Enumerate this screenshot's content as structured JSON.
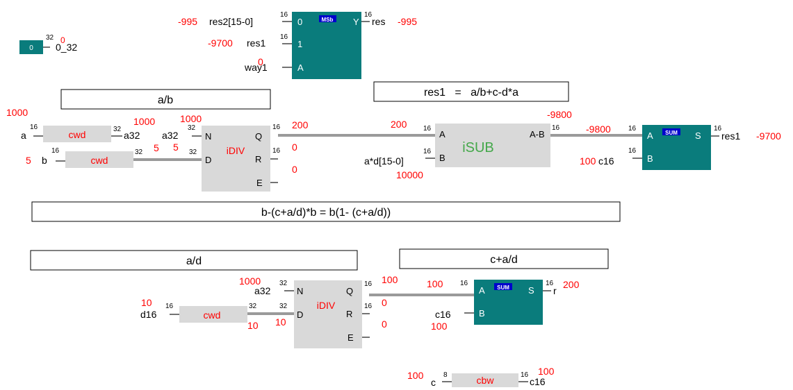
{
  "colors": {
    "block_teal": "#0a7c7c",
    "block_gray": "#d9d9d9",
    "value_red": "#ff0000",
    "wire": "#9a9a9a",
    "isub_text": "#44a84a",
    "badge_blue": "#0000cc"
  },
  "top": {
    "const0": {
      "label": "0",
      "width": "32",
      "out": "0_32",
      "value": "0"
    },
    "msb": {
      "badge": "MSb",
      "in0_label": "0",
      "in1_label": "1",
      "inA_label": "A",
      "out_label": "Y",
      "in0_sig": "res2[15-0]",
      "in0_val": "-995",
      "in0_w": "16",
      "in1_sig": "res1",
      "in1_val": "-9700",
      "in1_w": "16",
      "inA_sig": "way1",
      "inA_val": "0",
      "out_sig": "res",
      "out_val": "-995",
      "out_w": "16"
    }
  },
  "comments": {
    "c1": "a/b",
    "c2": "res1   =   a/b+c-d*a",
    "c3": "b-(c+a/d)*b = b(1- (c+a/d))",
    "c4": "a/d",
    "c5": "c+a/d"
  },
  "row1": {
    "cwd_a": {
      "label": "cwd",
      "in_sig": "a",
      "in_w": "16",
      "out_w": "32",
      "out_sig": "a32",
      "out_val": "1000",
      "in_val": "1000"
    },
    "cwd_b": {
      "label": "cwd",
      "in_sig": "b",
      "in_w": "16",
      "in_val": "5",
      "out_w": "32",
      "out_val": "5"
    },
    "idiv": {
      "label": "iDIV",
      "pin_n": "N",
      "pin_d": "D",
      "pin_q": "Q",
      "pin_r": "R",
      "pin_e": "E",
      "n_sig": "a32",
      "n_w": "32",
      "n_val": "1000",
      "d_w": "32",
      "d_val": "5",
      "q_w": "16",
      "q_val": "200",
      "r_w": "16",
      "r_val": "0",
      "e_val": "0"
    },
    "isub": {
      "label": "iSUB",
      "pin_a": "A",
      "pin_b": "B",
      "pin_out": "A-B",
      "a_w": "16",
      "a_val": "200",
      "b_sig": "a*d[15-0]",
      "b_w": "16",
      "b_val": "10000",
      "out_w": "16",
      "out_val": "-9800"
    },
    "sum1": {
      "badge": "SUM",
      "pin_a": "A",
      "pin_b": "B",
      "pin_s": "S",
      "a_w": "16",
      "a_val": "-9800",
      "b_sig": "c16",
      "b_w": "16",
      "b_val": "100",
      "s_w": "16",
      "s_sig": "res1",
      "s_val": "-9700"
    }
  },
  "row2": {
    "cwd_d": {
      "label": "cwd",
      "in_sig": "d16",
      "in_w": "16",
      "in_val": "10",
      "out_w": "32",
      "out_val": "10"
    },
    "idiv2": {
      "label": "iDIV",
      "pin_n": "N",
      "pin_d": "D",
      "pin_q": "Q",
      "pin_r": "R",
      "pin_e": "E",
      "n_sig": "a32",
      "n_w": "32",
      "n_val": "1000",
      "d_w": "32",
      "d_val": "10",
      "q_w": "16",
      "q_val": "100",
      "r_w": "16",
      "r_val": "0",
      "e_val": "0"
    },
    "sum2": {
      "badge": "SUM",
      "pin_a": "A",
      "pin_b": "B",
      "pin_s": "S",
      "a_w": "16",
      "a_val": "100",
      "b_sig": "c16",
      "b_val": "100",
      "s_w": "16",
      "s_sig": "r",
      "s_val": "200"
    },
    "cbw": {
      "label": "cbw",
      "in_sig": "c",
      "in_w": "8",
      "in_val": "100",
      "out_w": "16",
      "out_sig": "c16",
      "out_val": "100"
    }
  }
}
